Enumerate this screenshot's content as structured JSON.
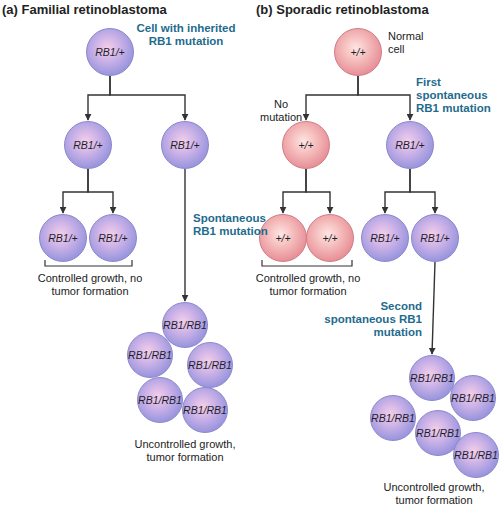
{
  "diagram": {
    "nodes": [
      {
        "text": [
          "RB1/+"
        ]
      },
      {
        "text": [
          "RB1/+"
        ]
      },
      {
        "text": [
          "RB1/+"
        ]
      },
      {
        "text": [
          "RB1/+"
        ]
      },
      {
        "text": [
          "RB1/+"
        ]
      },
      {
        "text": [
          "RB1/RB1"
        ]
      },
      {
        "text": [
          "RB1/RB1"
        ]
      },
      {
        "text": [
          "RB1/RB1"
        ]
      },
      {
        "text": [
          "RB1/RB1"
        ]
      },
      {
        "text": [
          "RB1/RB1"
        ]
      },
      {
        "text": [
          "+/+"
        ]
      },
      {
        "text": [
          "+/+"
        ]
      },
      {
        "text": [
          "RB1/+"
        ]
      },
      {
        "text": [
          "+/+"
        ]
      },
      {
        "text": [
          "+/+"
        ]
      },
      {
        "text": [
          "RB1/+"
        ]
      },
      {
        "text": [
          "RB1/+"
        ]
      },
      {
        "text": [
          "RB1/RB1"
        ]
      },
      {
        "text": [
          "RB1/RB1"
        ]
      },
      {
        "text": [
          "RB1/RB1"
        ]
      },
      {
        "text": [
          "RB1/RB1"
        ]
      },
      {
        "text": [
          "RB1/RB1"
        ]
      }
    ],
    "edges": [
      {
        "from": 0,
        "to": 1,
        "arrow": "to"
      },
      {
        "from": 0,
        "to": 2,
        "arrow": "to"
      },
      {
        "from": 1,
        "to": 3,
        "arrow": "to"
      },
      {
        "from": 1,
        "to": 4,
        "arrow": "to"
      },
      {
        "from": 2,
        "to": 5,
        "arrow": "to"
      },
      {
        "from": 10,
        "to": 11,
        "arrow": "to"
      },
      {
        "from": 10,
        "to": 12,
        "arrow": "to"
      },
      {
        "from": 11,
        "to": 13,
        "arrow": "to"
      },
      {
        "from": 11,
        "to": 14,
        "arrow": "to"
      },
      {
        "from": 12,
        "to": 15,
        "arrow": "to"
      },
      {
        "from": 12,
        "to": 16,
        "arrow": "to"
      },
      {
        "from": 16,
        "to": 17,
        "arrow": "to"
      }
    ],
    "labels": [
      "(a) Familial retinoblastoma",
      "Cell with inherited RB1 mutation",
      "Spontaneous RB1 mutation",
      "Controlled growth, no tumor formation",
      "Uncontrolled growth, tumor formation",
      "(b) Sporadic retinoblastoma",
      "Normal cell",
      "No mutation",
      "First spontaneous RB1 mutation",
      "Controlled growth, no tumor formation",
      "Second spontaneous RB1 mutation",
      "Uncontrolled growth, tumor formation"
    ]
  }
}
